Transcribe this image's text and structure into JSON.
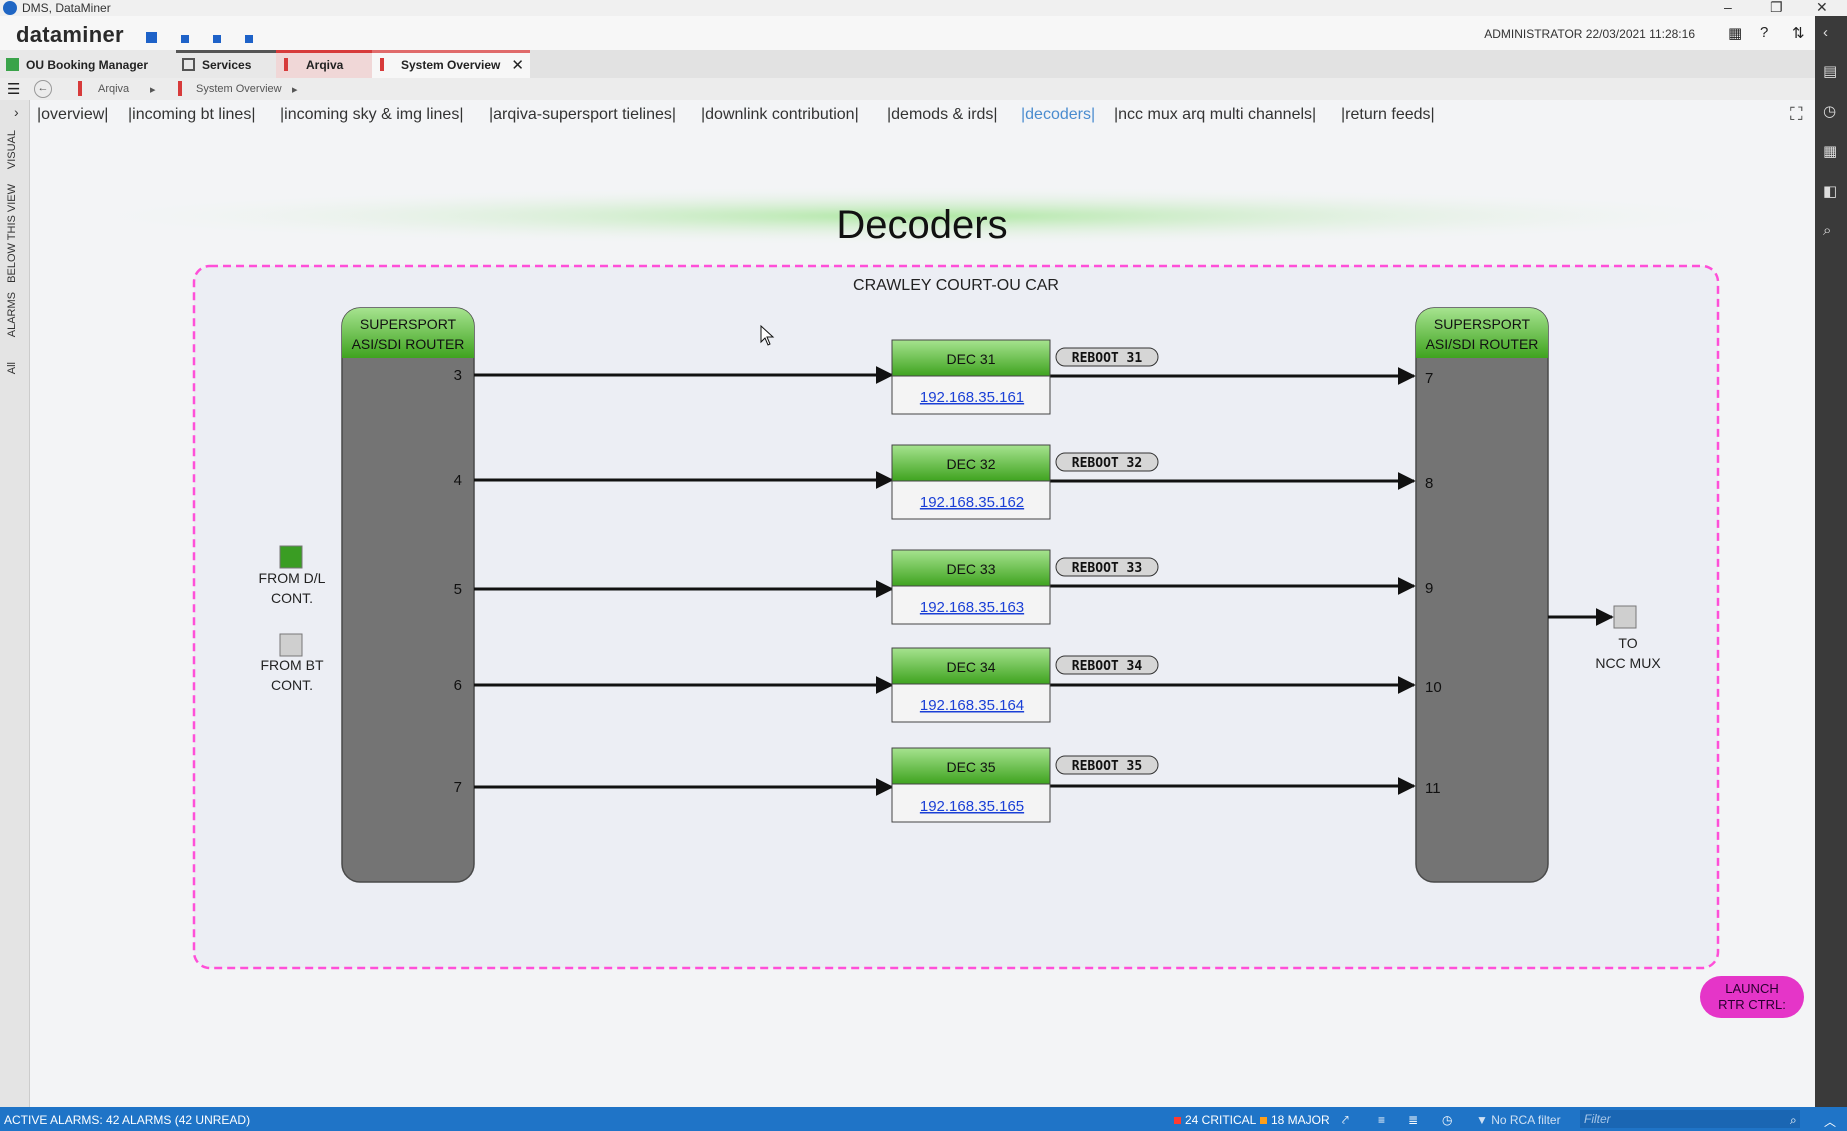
{
  "window": {
    "title": "DMS, DataMiner",
    "controls": [
      "–",
      "❐",
      "✕"
    ]
  },
  "header": {
    "logo": "dataminer",
    "user_time": "ADMINISTRATOR 22/03/2021 11:28:16",
    "icons": [
      "grid-icon",
      "help-icon",
      "sync-icon"
    ]
  },
  "tabs": [
    {
      "label": "OU Booking Manager",
      "color": "#3aa34a"
    },
    {
      "label": "Services",
      "color": "#555555"
    },
    {
      "label": "Arqiva",
      "color": "#d73a3a"
    },
    {
      "label": "System Overview",
      "color": "#d73a3a"
    }
  ],
  "breadcrumb": {
    "items": [
      "Arqiva",
      "System Overview"
    ]
  },
  "side_tabs": [
    "VISUAL",
    "BELOW THIS VIEW",
    "ALARMS",
    "All"
  ],
  "nav": {
    "items": [
      "|overview|",
      "|incoming bt lines|",
      "|incoming sky & img lines|",
      "|arqiva-supersport tielines|",
      "|downlink contribution|",
      "|demods & irds|",
      "|decoders|",
      "|ncc mux arq multi channels|",
      "|return feeds|"
    ],
    "active_index": 6
  },
  "diagram": {
    "title": "Decoders",
    "location": "CRAWLEY COURT-OU CAR",
    "left_router": {
      "line1": "SUPERSPORT",
      "line2": "ASI/SDI ROUTER"
    },
    "right_router": {
      "line1": "SUPERSPORT",
      "line2": "ASI/SDI ROUTER"
    },
    "decoders": [
      {
        "name": "DEC 31",
        "ip": "192.168.35.161",
        "reboot": "REBOOT 31",
        "in_port": "3",
        "out_port": "7"
      },
      {
        "name": "DEC 32",
        "ip": "192.168.35.162",
        "reboot": "REBOOT 32",
        "in_port": "4",
        "out_port": "8"
      },
      {
        "name": "DEC 33",
        "ip": "192.168.35.163",
        "reboot": "REBOOT 33",
        "in_port": "5",
        "out_port": "9"
      },
      {
        "name": "DEC 34",
        "ip": "192.168.35.164",
        "reboot": "REBOOT 34",
        "in_port": "6",
        "out_port": "10"
      },
      {
        "name": "DEC 35",
        "ip": "192.168.35.165",
        "reboot": "REBOOT 35",
        "in_port": "7",
        "out_port": "11"
      }
    ],
    "legend": [
      {
        "line1": "FROM D/L",
        "line2": "CONT.",
        "color": "#3a9d23"
      },
      {
        "line1": "FROM BT",
        "line2": "CONT.",
        "color": "#cfcfcf"
      }
    ],
    "to_ncc": {
      "line1": "TO",
      "line2": "NCC MUX"
    },
    "launch_button": {
      "line1": "LAUNCH",
      "line2": "RTR CTRL:"
    },
    "colors": {
      "frame": "#ff4fd8",
      "router": "#747474",
      "green": "#4caf2a",
      "launch": "#e535c8"
    }
  },
  "status": {
    "alarms": "ACTIVE ALARMS: 42 ALARMS (42 UNREAD)",
    "critical": "24 CRITICAL",
    "major": "18 MAJOR",
    "rca": "No RCA filter",
    "filter_placeholder": "Filter"
  }
}
